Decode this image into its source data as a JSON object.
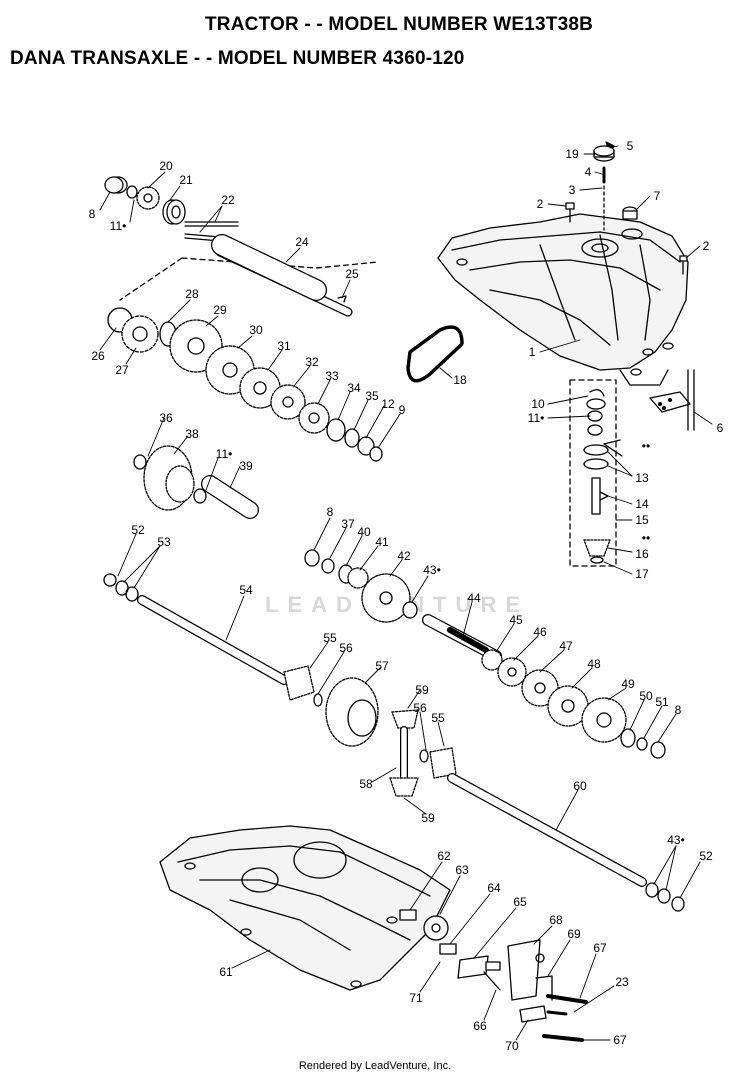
{
  "header": {
    "title_line1": "TRACTOR - - MODEL NUMBER WE13T38B",
    "title_line2": "DANA TRANSAXLE - - MODEL NUMBER 4360-120"
  },
  "footer": {
    "credit": "Rendered by LeadVenture, Inc."
  },
  "watermark": {
    "text": "LEADVENTURE"
  },
  "callouts": [
    {
      "id": "c-5",
      "label": "5"
    },
    {
      "id": "c-19",
      "label": "19"
    },
    {
      "id": "c-4",
      "label": "4"
    },
    {
      "id": "c-3",
      "label": "3"
    },
    {
      "id": "c-2a",
      "label": "2"
    },
    {
      "id": "c-7",
      "label": "7"
    },
    {
      "id": "c-2b",
      "label": "2"
    },
    {
      "id": "c-1",
      "label": "1"
    },
    {
      "id": "c-20",
      "label": "20"
    },
    {
      "id": "c-21",
      "label": "21"
    },
    {
      "id": "c-8a",
      "label": "8"
    },
    {
      "id": "c-11a",
      "label": "11•"
    },
    {
      "id": "c-22",
      "label": "22"
    },
    {
      "id": "c-24",
      "label": "24"
    },
    {
      "id": "c-25",
      "label": "25"
    },
    {
      "id": "c-28",
      "label": "28"
    },
    {
      "id": "c-29",
      "label": "29"
    },
    {
      "id": "c-26",
      "label": "26"
    },
    {
      "id": "c-27",
      "label": "27"
    },
    {
      "id": "c-30",
      "label": "30"
    },
    {
      "id": "c-31",
      "label": "31"
    },
    {
      "id": "c-32",
      "label": "32"
    },
    {
      "id": "c-33",
      "label": "33"
    },
    {
      "id": "c-34",
      "label": "34"
    },
    {
      "id": "c-35",
      "label": "35"
    },
    {
      "id": "c-12",
      "label": "12"
    },
    {
      "id": "c-9",
      "label": "9"
    },
    {
      "id": "c-18",
      "label": "18"
    },
    {
      "id": "c-10",
      "label": "10"
    },
    {
      "id": "c-11b",
      "label": "11•"
    },
    {
      "id": "c-dd1",
      "label": "••"
    },
    {
      "id": "c-6",
      "label": "6"
    },
    {
      "id": "c-13",
      "label": "13"
    },
    {
      "id": "c-14",
      "label": "14"
    },
    {
      "id": "c-15",
      "label": "15"
    },
    {
      "id": "c-dd2",
      "label": "••"
    },
    {
      "id": "c-16",
      "label": "16"
    },
    {
      "id": "c-17",
      "label": "17"
    },
    {
      "id": "c-36",
      "label": "36"
    },
    {
      "id": "c-38",
      "label": "38"
    },
    {
      "id": "c-11c",
      "label": "11•"
    },
    {
      "id": "c-39",
      "label": "39"
    },
    {
      "id": "c-8b",
      "label": "8"
    },
    {
      "id": "c-37",
      "label": "37"
    },
    {
      "id": "c-40",
      "label": "40"
    },
    {
      "id": "c-41",
      "label": "41"
    },
    {
      "id": "c-42",
      "label": "42"
    },
    {
      "id": "c-43a",
      "label": "43•"
    },
    {
      "id": "c-52a",
      "label": "52"
    },
    {
      "id": "c-53",
      "label": "53"
    },
    {
      "id": "c-54",
      "label": "54"
    },
    {
      "id": "c-44",
      "label": "44"
    },
    {
      "id": "c-45",
      "label": "45"
    },
    {
      "id": "c-46",
      "label": "46"
    },
    {
      "id": "c-47",
      "label": "47"
    },
    {
      "id": "c-55a",
      "label": "55"
    },
    {
      "id": "c-56a",
      "label": "56"
    },
    {
      "id": "c-57",
      "label": "57"
    },
    {
      "id": "c-48",
      "label": "48"
    },
    {
      "id": "c-49",
      "label": "49"
    },
    {
      "id": "c-50",
      "label": "50"
    },
    {
      "id": "c-51",
      "label": "51"
    },
    {
      "id": "c-8c",
      "label": "8"
    },
    {
      "id": "c-59a",
      "label": "59"
    },
    {
      "id": "c-56b",
      "label": "56"
    },
    {
      "id": "c-55b",
      "label": "55"
    },
    {
      "id": "c-58",
      "label": "58"
    },
    {
      "id": "c-59b",
      "label": "59"
    },
    {
      "id": "c-60",
      "label": "60"
    },
    {
      "id": "c-43b",
      "label": "43•"
    },
    {
      "id": "c-52b",
      "label": "52"
    },
    {
      "id": "c-62",
      "label": "62"
    },
    {
      "id": "c-63",
      "label": "63"
    },
    {
      "id": "c-64",
      "label": "64"
    },
    {
      "id": "c-65",
      "label": "65"
    },
    {
      "id": "c-68",
      "label": "68"
    },
    {
      "id": "c-69",
      "label": "69"
    },
    {
      "id": "c-67a",
      "label": "67"
    },
    {
      "id": "c-23",
      "label": "23"
    },
    {
      "id": "c-61",
      "label": "61"
    },
    {
      "id": "c-71",
      "label": "71"
    },
    {
      "id": "c-66",
      "label": "66"
    },
    {
      "id": "c-70",
      "label": "70"
    },
    {
      "id": "c-67b",
      "label": "67"
    }
  ]
}
